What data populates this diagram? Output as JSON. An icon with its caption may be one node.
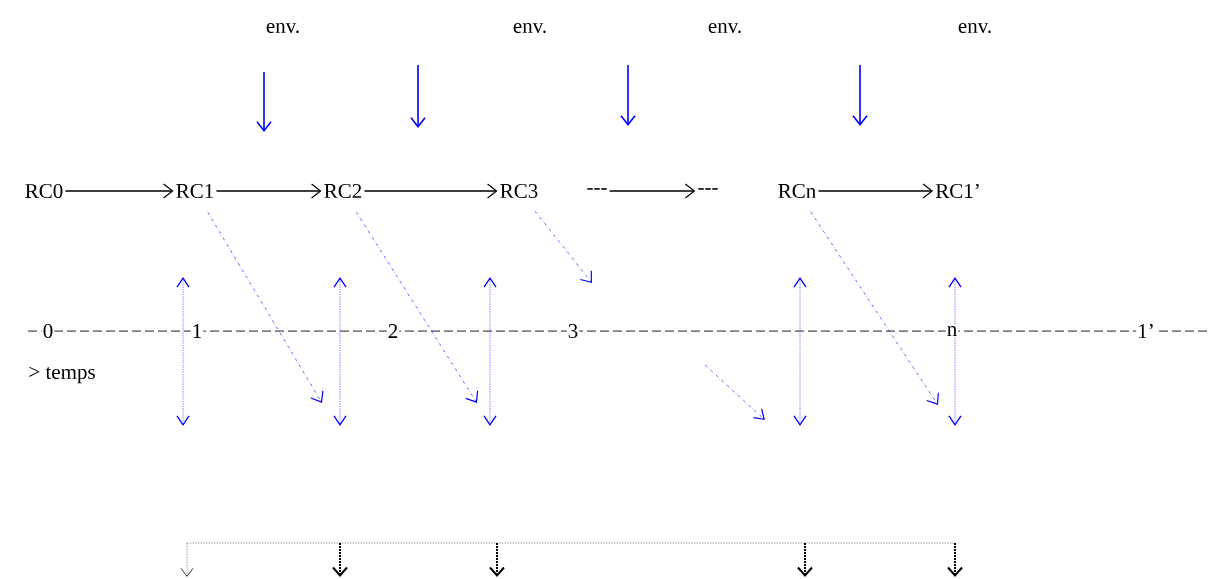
{
  "diagram": {
    "nodes": [
      {
        "text": [
          "RC0"
        ]
      },
      {
        "text": [
          "RC1"
        ]
      },
      {
        "text": [
          "RC2"
        ]
      },
      {
        "text": [
          "RC3"
        ]
      },
      {
        "text": [
          "---"
        ]
      },
      {
        "text": [
          "---"
        ]
      },
      {
        "text": [
          "RCn"
        ]
      },
      {
        "text": [
          "RC1’"
        ]
      }
    ],
    "edges": [
      {
        "from": 0,
        "to": 1,
        "arrow": "to"
      },
      {
        "from": 1,
        "to": 2,
        "arrow": "to"
      },
      {
        "from": 2,
        "to": 3,
        "arrow": "to"
      },
      {
        "from": 4,
        "to": 5,
        "arrow": "to"
      },
      {
        "from": 6,
        "to": 7,
        "arrow": "to"
      },
      {
        "from": 1,
        "to": null,
        "arrow": "to",
        "style": "dashed",
        "color": "#0000ff"
      },
      {
        "from": 2,
        "to": null,
        "arrow": "to",
        "style": "dashed",
        "color": "#0000ff"
      },
      {
        "from": 3,
        "to": null,
        "arrow": "to",
        "style": "dashed",
        "color": "#0000ff"
      },
      {
        "from": 6,
        "to": null,
        "arrow": "to",
        "style": "dashed",
        "color": "#0000ff"
      }
    ],
    "labels": [
      "env.",
      "env.",
      "env.",
      "env.",
      "0",
      "1",
      "2",
      "3",
      "n",
      "1’",
      "> temps"
    ]
  }
}
